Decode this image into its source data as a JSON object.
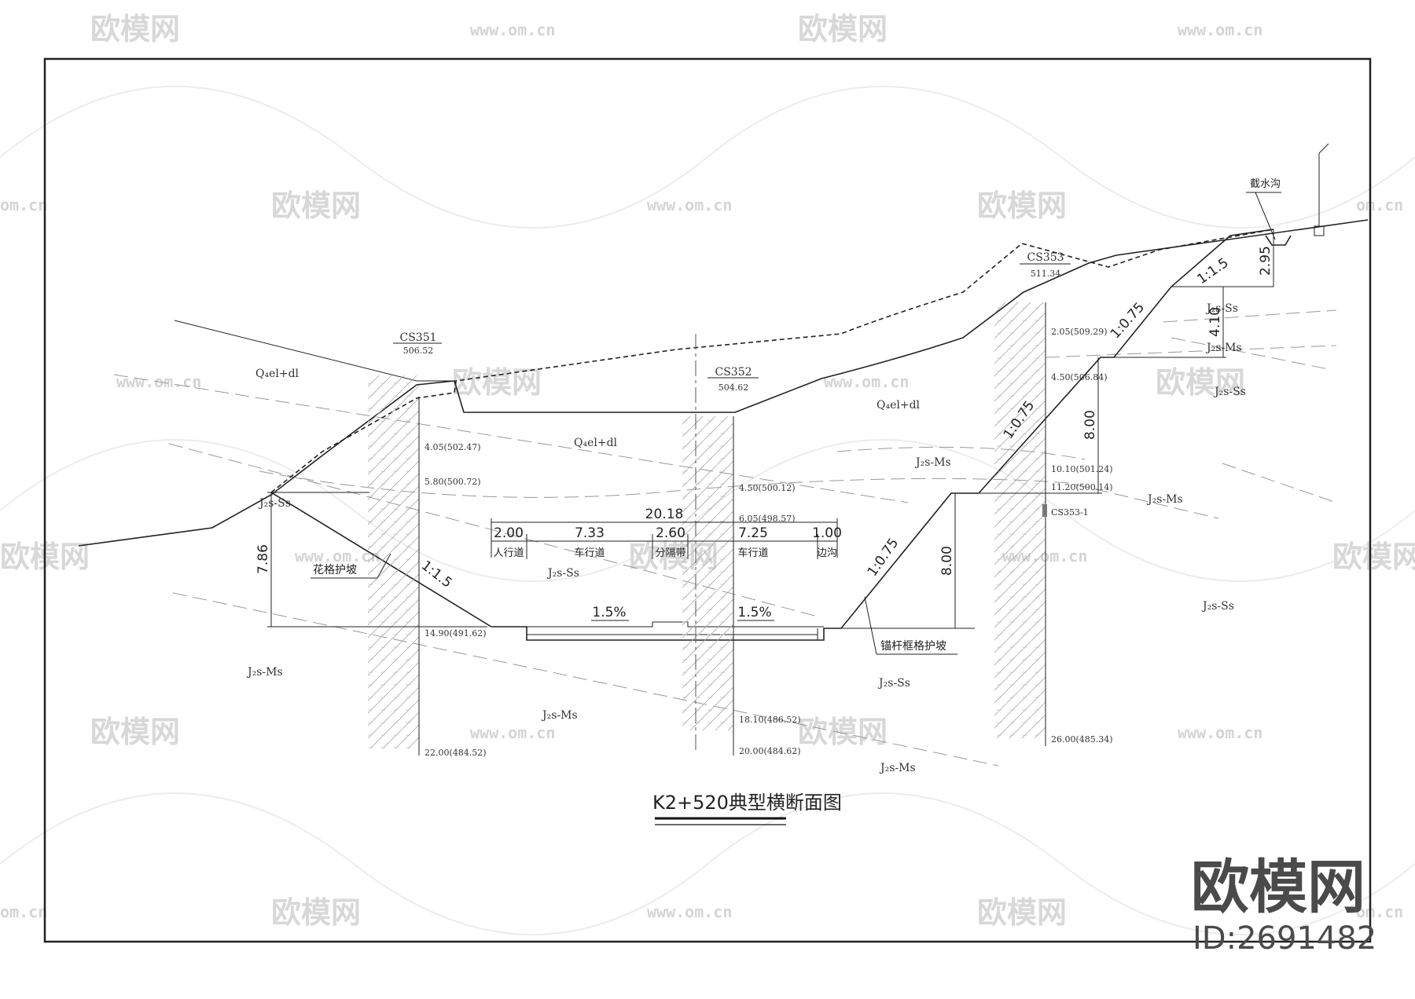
{
  "drawing": {
    "title": "K2+520典型横断面图",
    "sections": [
      {
        "name": "CS351",
        "elev": "506.52"
      },
      {
        "name": "CS352",
        "elev": "504.62"
      },
      {
        "name": "CS353",
        "elev": "511.34"
      }
    ],
    "boreholes": [
      {
        "name": "CS351",
        "layers": [
          "4.05(502.47)",
          "5.80(500.72)",
          "14.90(491.62)",
          "22.00(484.52)"
        ]
      },
      {
        "name": "CS352",
        "layers": [
          "4.50(500.12)",
          "6.05(498.57)",
          "18.10(486.52)",
          "20.00(484.62)"
        ]
      },
      {
        "name": "CS353",
        "layers": [
          "2.05(509.29)",
          "4.50(506.84)",
          "10.10(501.24)",
          "11.20(500.14)",
          "26.00(485.34)"
        ]
      }
    ],
    "borehole_extra": "CS353-1",
    "road_total_width": "20.18",
    "road_widths": [
      "2.00",
      "7.33",
      "2.60",
      "7.25",
      "1.00"
    ],
    "road_parts": [
      "人行道",
      "车行道",
      "分隔带",
      "车行道",
      "边沟"
    ],
    "cross_slope": "1.5%",
    "slopes": {
      "left": "1:1.5",
      "right_lower": "1:0.75",
      "right_middle": "1:0.75",
      "right_upper": "1:0.75",
      "top": "1:1.5"
    },
    "heights": {
      "left": "7.86",
      "right_lower": "8.00",
      "right_upper": "8.00",
      "top_a": "4.10",
      "top_b": "2.95"
    },
    "notes": {
      "left_protection": "花格护坡",
      "right_protection": "锚杆框格护坡",
      "ditch": "截水沟"
    },
    "strata": [
      "Q₄el+dl",
      "J₂s-Ss",
      "J₂s-Ms"
    ]
  },
  "watermark": {
    "brand": "欧模网",
    "url": "www.om.cn",
    "url_short": "om.cn",
    "id_label": "ID:2691482"
  }
}
